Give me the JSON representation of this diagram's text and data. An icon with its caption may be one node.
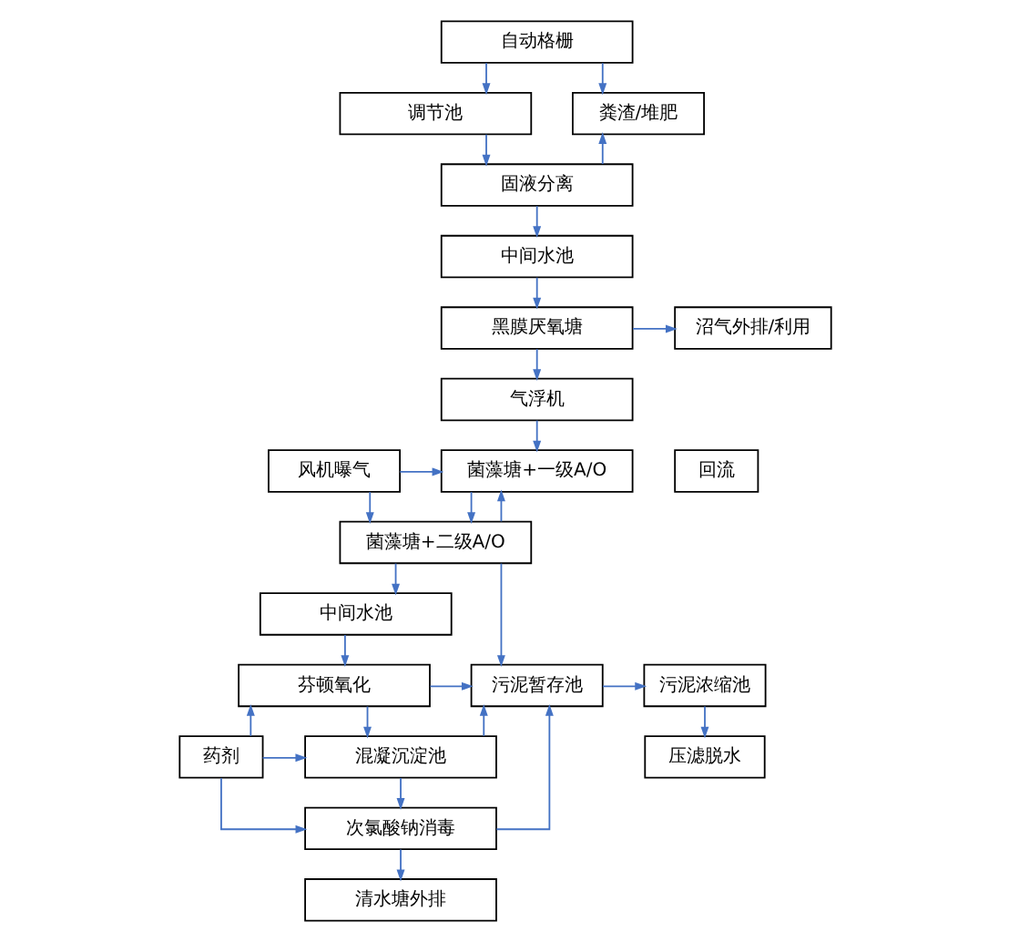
{
  "diagram": {
    "nodes": [
      {
        "text": [
          "自动格栅"
        ]
      },
      {
        "text": [
          "调节池"
        ]
      },
      {
        "text": [
          "固液分离"
        ]
      },
      {
        "text": [
          "中间水池"
        ]
      },
      {
        "text": [
          "黑膜厌氧塘"
        ]
      },
      {
        "text": [
          "气浮机"
        ]
      },
      {
        "text": [
          "菌藻塘+一级A/O"
        ]
      },
      {
        "text": [
          "菌藻塘+二级A/O"
        ]
      },
      {
        "text": [
          "中间水池"
        ]
      },
      {
        "text": [
          "芬顿氧化"
        ]
      },
      {
        "text": [
          "混凝沉淀池"
        ]
      },
      {
        "text": [
          "次氯酸钠消毒"
        ]
      },
      {
        "text": [
          "清水塘外排"
        ]
      },
      {
        "text": [
          "粪渣/堆肥"
        ]
      },
      {
        "text": [
          "沼气外排/利用"
        ]
      },
      {
        "text": [
          "风机曝气"
        ]
      },
      {
        "text": [
          "回流"
        ]
      },
      {
        "text": [
          "污泥暂存池"
        ]
      },
      {
        "text": [
          "污泥浓缩池"
        ]
      },
      {
        "text": [
          "压滤脱水"
        ]
      },
      {
        "text": [
          "药剂"
        ]
      }
    ],
    "edges": [
      {
        "from": 0,
        "to": 1,
        "arrow": "to"
      },
      {
        "from": 1,
        "to": 2,
        "arrow": "to"
      },
      {
        "from": 2,
        "to": 3,
        "arrow": "to"
      },
      {
        "from": 3,
        "to": 4,
        "arrow": "to"
      },
      {
        "from": 4,
        "to": 5,
        "arrow": "to"
      },
      {
        "from": 5,
        "to": 6,
        "arrow": "to"
      },
      {
        "from": 6,
        "to": 7,
        "arrow": "to"
      },
      {
        "from": 7,
        "to": 8,
        "arrow": "to"
      },
      {
        "from": 8,
        "to": 9,
        "arrow": "to"
      },
      {
        "from": 9,
        "to": 10,
        "arrow": "to"
      },
      {
        "from": 10,
        "to": 11,
        "arrow": "to"
      },
      {
        "from": 11,
        "to": 12,
        "arrow": "to"
      },
      {
        "from": 0,
        "to": 13,
        "arrow": "to"
      },
      {
        "from": 2,
        "to": 13,
        "arrow": "to"
      },
      {
        "from": 4,
        "to": 14,
        "arrow": "to"
      },
      {
        "from": 15,
        "to": 6,
        "arrow": "to"
      },
      {
        "from": 15,
        "to": 7,
        "arrow": "to"
      },
      {
        "from": 7,
        "to": 6,
        "arrow": "to"
      },
      {
        "from": 7,
        "to": 17,
        "arrow": "to"
      },
      {
        "from": 9,
        "to": 17,
        "arrow": "to"
      },
      {
        "from": 10,
        "to": 17,
        "arrow": "to"
      },
      {
        "from": 11,
        "to": 17,
        "arrow": "to"
      },
      {
        "from": 17,
        "to": 18,
        "arrow": "to"
      },
      {
        "from": 18,
        "to": 19,
        "arrow": "to"
      },
      {
        "from": 20,
        "to": 9,
        "arrow": "to"
      },
      {
        "from": 20,
        "to": 10,
        "arrow": "to"
      },
      {
        "from": 20,
        "to": 11,
        "arrow": "to"
      }
    ]
  }
}
